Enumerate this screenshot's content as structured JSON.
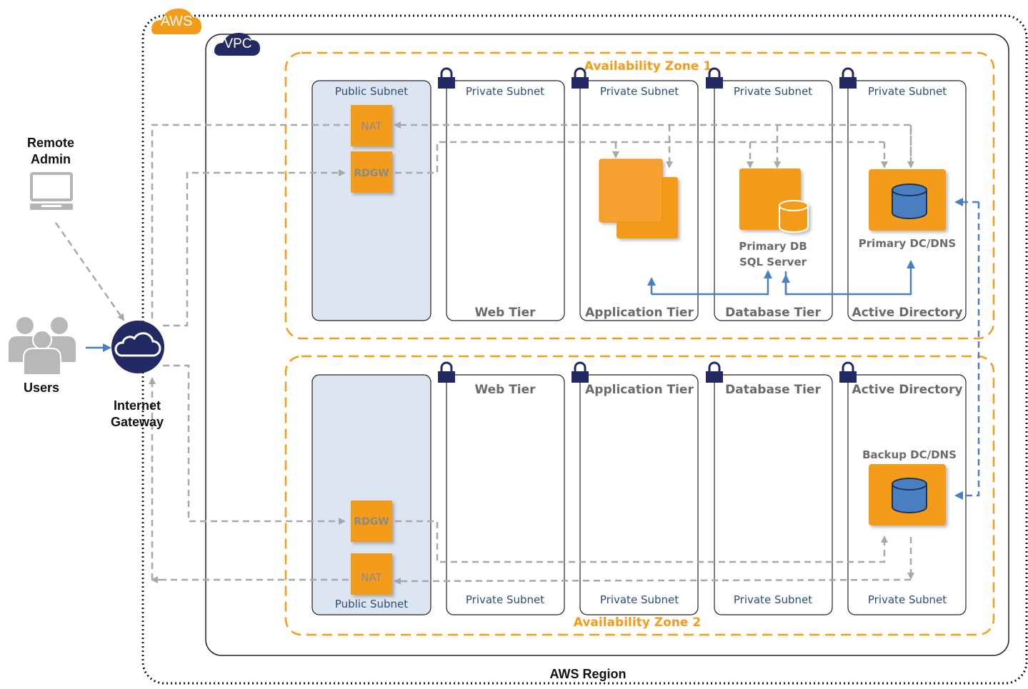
{
  "labels": {
    "aws": "AWS",
    "vpc": "VPC",
    "region": "AWS Region",
    "remote_admin_line1": "Remote",
    "remote_admin_line2": "Admin",
    "users": "Users",
    "internet_gateway_line1": "Internet",
    "internet_gateway_line2": "Gateway"
  },
  "az1": {
    "title": "Availability Zone 1",
    "public_subnet": "Public Subnet",
    "private_subnet": "Private Subnet",
    "nat": "NAT",
    "rdgw": "RDGW",
    "tiers": [
      "Web Tier",
      "Application Tier",
      "Database Tier",
      "Active Directory"
    ],
    "db_line1": "Primary DB",
    "db_line2": "SQL Server",
    "dc": "Primary DC/DNS"
  },
  "az2": {
    "title": "Availability Zone 2",
    "public_subnet": "Public Subnet",
    "private_subnet": "Private Subnet",
    "nat": "NAT",
    "rdgw": "RDGW",
    "tiers": [
      "Web Tier",
      "Application Tier",
      "Database Tier",
      "Active Directory"
    ],
    "dc": "Backup DC/DNS"
  },
  "colors": {
    "aws_orange": "#f39c1a",
    "navy": "#232a63",
    "public_subnet_fill": "#dce5f1",
    "link_blue": "#4a7fc1",
    "link_gray": "#a8a8a8"
  }
}
